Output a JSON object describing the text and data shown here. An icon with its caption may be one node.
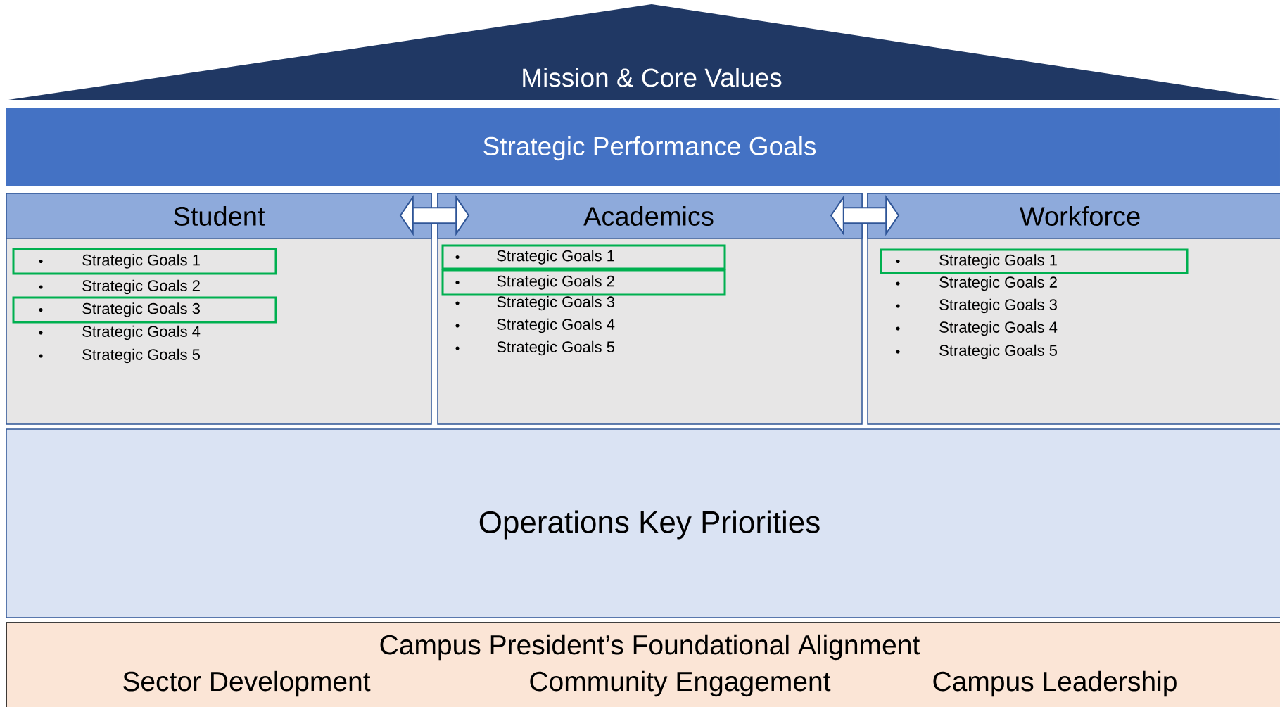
{
  "diagram": {
    "nodes": [
      {
        "text": [
          "Mission & Core Values"
        ]
      },
      {
        "text": [
          "Strategic Performance Goals"
        ]
      },
      {
        "text": [
          "Student",
          "Strategic Goals 2",
          "Strategic Goals 4",
          "Strategic Goals 5"
        ]
      },
      {
        "text": [
          "Strategic Goals 1"
        ],
        "in": 2
      },
      {
        "text": [
          "Strategic Goals 3"
        ],
        "in": 2
      },
      {
        "text": [
          "Academics",
          "Strategic Goals 3",
          "Strategic Goals 4",
          "Strategic Goals 5"
        ]
      },
      {
        "text": [
          "Strategic Goals 1"
        ],
        "in": 5
      },
      {
        "text": [
          "Strategic Goals 2"
        ],
        "in": 5
      },
      {
        "text": [
          "Workforce",
          "Strategic Goals 2",
          "Strategic Goals 3",
          "Strategic Goals 4",
          "Strategic Goals 5"
        ]
      },
      {
        "text": [
          "Strategic Goals 1"
        ],
        "in": 8
      },
      {
        "text": [
          "Operations Key Priorities"
        ]
      },
      {
        "text": [
          "Campus President’s Foundational Alignment",
          "Sector Development",
          "Community Engagement",
          "Campus Leadership"
        ]
      }
    ],
    "edges": [
      {
        "from": 2,
        "to": 5,
        "arrow": "both"
      },
      {
        "from": 5,
        "to": 8,
        "arrow": "both"
      }
    ]
  }
}
